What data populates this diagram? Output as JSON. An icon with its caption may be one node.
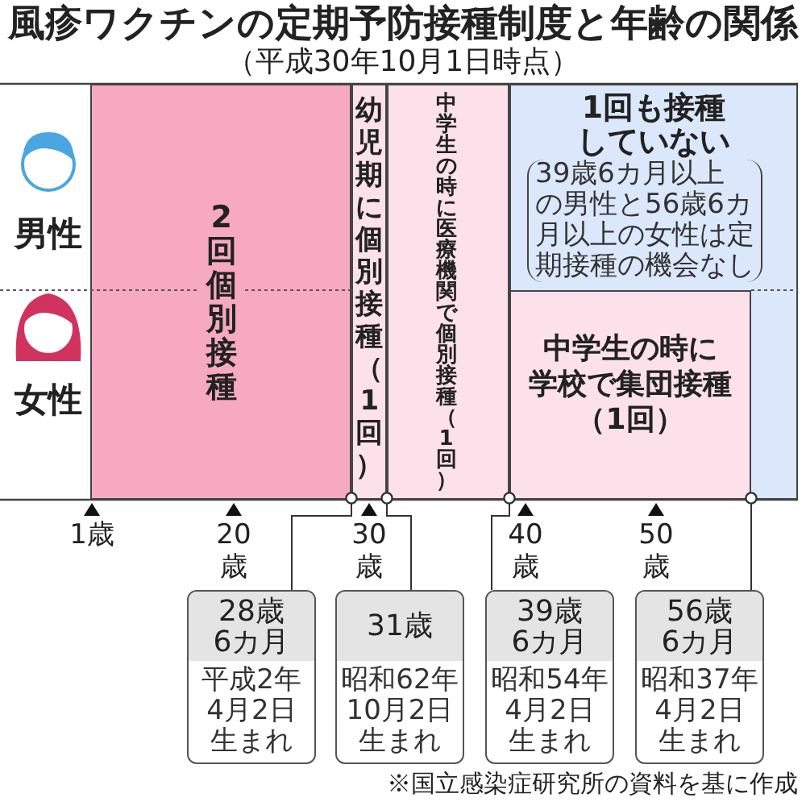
{
  "diagram": {
    "title": "風疹ワクチンの定期予防接種制度と年齢の関係",
    "nodes": [
      {
        "text": [
          "2回個別接種"
        ]
      },
      {
        "text": [
          "幼児期に個別接種（1回）"
        ]
      },
      {
        "text": [
          "中学生の時に医療機関で個別接種（1回）"
        ]
      },
      {
        "text": [
          "1回も接種していない",
          "39歳6カ月以上の男性と56歳6カ月以上の女性は定期接種の機会なし"
        ]
      },
      {
        "text": [
          "中学生の時に学校で集団接種（1回）"
        ],
        "in": 3
      },
      {
        "text": [
          "28歳6カ月",
          "平成2年4月2日生まれ"
        ]
      },
      {
        "text": [
          "31歳",
          "昭和62年10月2日生まれ"
        ]
      },
      {
        "text": [
          "39歳6カ月",
          "昭和54年4月2日生まれ"
        ]
      },
      {
        "text": [
          "56歳6カ月",
          "昭和37年4月2日生まれ"
        ]
      }
    ],
    "edges": [
      {
        "from": 5,
        "to": 1,
        "arrow": "other"
      },
      {
        "from": 6,
        "to": 1,
        "arrow": "other"
      },
      {
        "from": 7,
        "to": 4,
        "arrow": "other"
      },
      {
        "from": 8,
        "to": 4,
        "arrow": "other"
      }
    ],
    "labels": [
      "（平成30年10月1日時点）",
      "男性",
      "女性",
      "1歳",
      "20歳",
      "30歳",
      "40歳",
      "50歳",
      "※国立感染症研究所の資料を基に作成"
    ]
  }
}
